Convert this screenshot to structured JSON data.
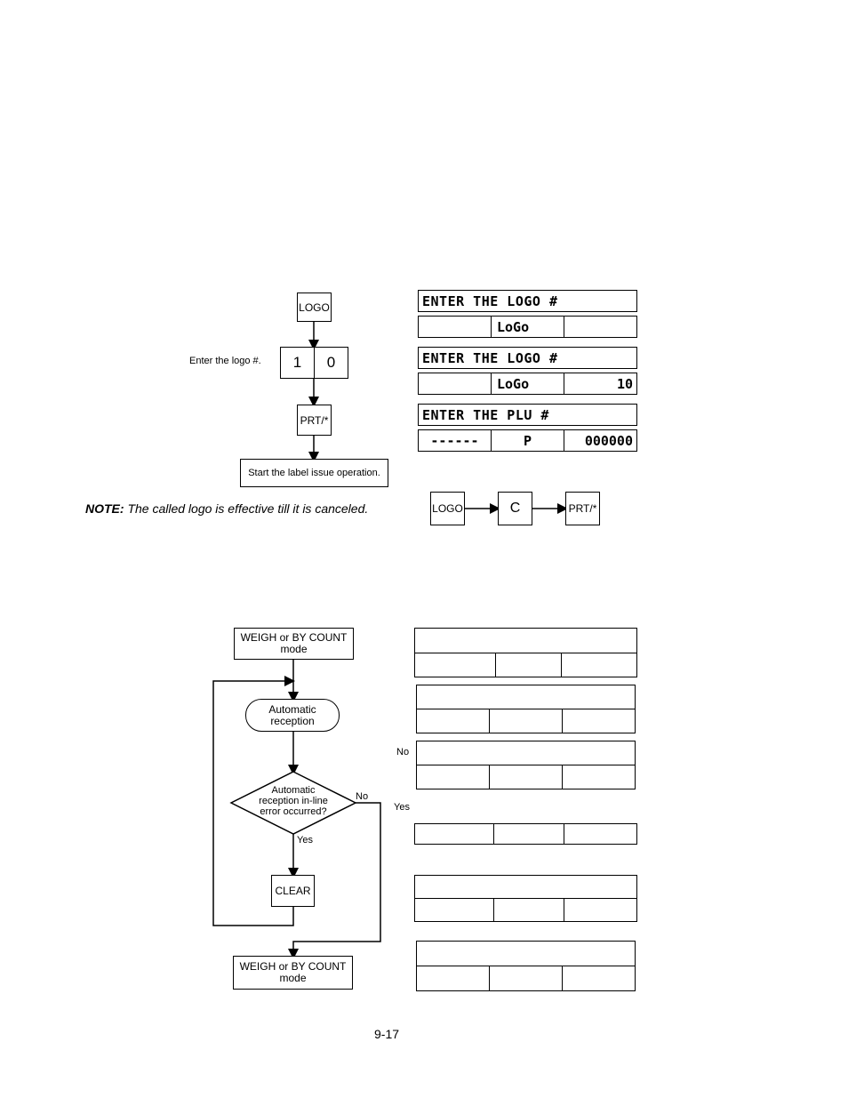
{
  "logo_section": {
    "key_logo": "LOGO",
    "enter_logo_label": "Enter the logo #.",
    "digit1": "1",
    "digit2": "0",
    "key_prt": "PRT/*",
    "start_label": "Start the label issue operation.",
    "note_prefix": "NOTE:",
    "note_text": "The called logo is effective till it is canceled.",
    "displays": [
      {
        "title": "ENTER THE LOGO #",
        "c1": "",
        "c2": "LoGo",
        "c3": ""
      },
      {
        "title": "ENTER THE LOGO #",
        "c1": "",
        "c2": "LoGo",
        "c3": "10"
      },
      {
        "title": "ENTER THE PLU #",
        "c1": "------",
        "c2": "P",
        "c3": "000000"
      }
    ],
    "cancel_seq": {
      "k1": "LOGO",
      "k2": "C",
      "k3": "PRT/*"
    }
  },
  "flow_section": {
    "start_mode": "WEIGH or BY COUNT mode",
    "auto_reception": "Automatic reception",
    "decision": "Automatic reception in-line error occurred?",
    "no_label": "No",
    "yes_label": "Yes",
    "clear_key": "CLEAR",
    "end_mode": "WEIGH or BY COUNT mode",
    "side_no": "No",
    "side_yes": "Yes"
  },
  "page_number": "9-17"
}
